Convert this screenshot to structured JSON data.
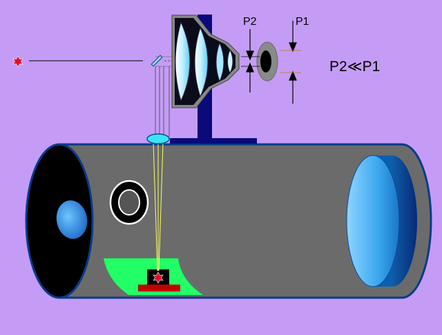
{
  "labels": {
    "p2": "P2",
    "p1": "P1",
    "relation": "P2≪P1"
  },
  "colors": {
    "background": "#c49cf5",
    "tube_body": "#6b6b6b",
    "mount": "#0a0a7a",
    "primary_mirror": "#3aa7ee",
    "plate": "#22ff66",
    "base": "#c00000",
    "star": "#e0102a",
    "field_lens": "#38e6f0",
    "rays": "#ffff66"
  },
  "icons": [
    "star-icon"
  ]
}
